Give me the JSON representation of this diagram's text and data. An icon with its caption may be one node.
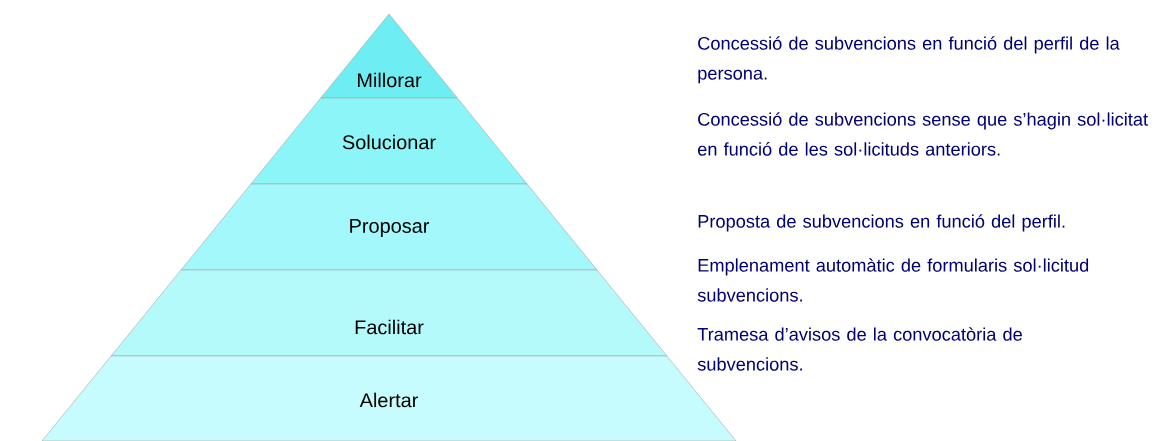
{
  "diagram": {
    "nodes": [
      {
        "text": [
          "Millorar"
        ]
      },
      {
        "text": [
          "Solucionar"
        ]
      },
      {
        "text": [
          "Proposar"
        ]
      },
      {
        "text": [
          "Facilitar"
        ]
      },
      {
        "text": [
          "Alertar"
        ]
      }
    ],
    "labels": [
      "Concessió de subvencions en funció del perfil de la persona.",
      "Concessió de subvencions sense que s’hagin sol·licitat en funció de les sol·licituds anteriors.",
      "Proposta de subvencions en funció del perfil.",
      "Emplenament automàtic de formularis sol·licitud subvencions.",
      "Tramesa d’avisos de la convocatòria de subvencions."
    ]
  }
}
